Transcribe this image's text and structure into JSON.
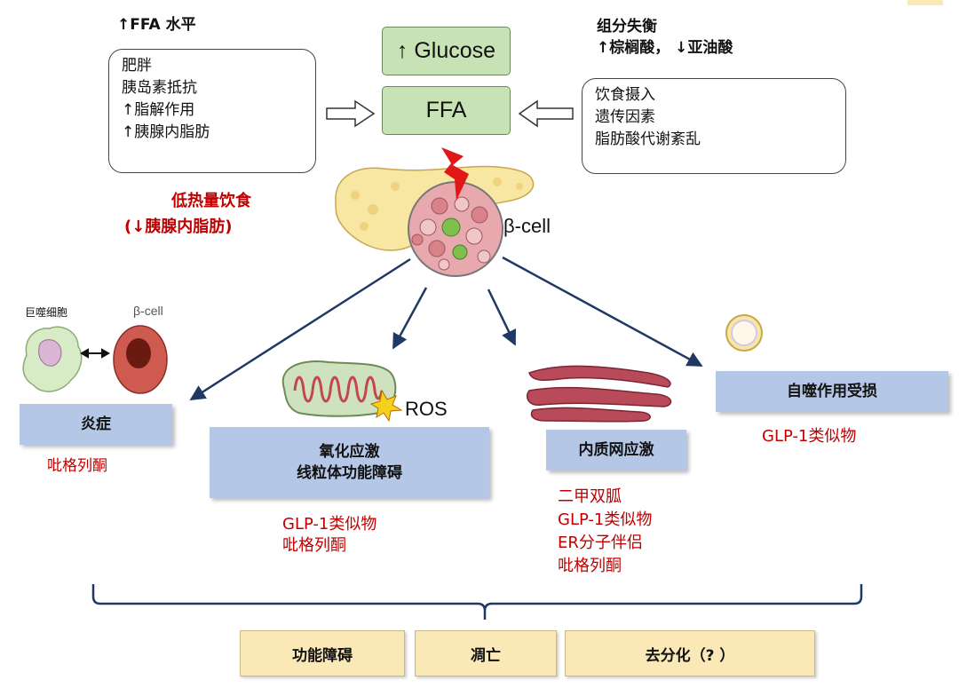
{
  "top_left": {
    "header": "↑FFA 水平",
    "items": [
      "肥胖",
      "胰岛素抵抗",
      "↑脂解作用",
      "↑胰腺内脂肪"
    ]
  },
  "top_right": {
    "header_line1": "组分失衡",
    "header_line2": "↑棕榈酸，  ↓亚油酸",
    "items": [
      "饮食摄入",
      "遗传因素",
      "脂肪酸代谢紊乱"
    ]
  },
  "center": {
    "glucose": "↑ Glucose",
    "ffa": "FFA",
    "beta_cell": "β-cell"
  },
  "diet_intervention": {
    "line1": "低热量饮食",
    "line2": "(↓胰腺内脂肪)"
  },
  "inflammation": {
    "macrophage_label": "巨噬细胞",
    "beta_cell_label": "β-cell",
    "box": "炎症",
    "treatments": [
      "吡格列酮"
    ]
  },
  "oxidative": {
    "ros": "ROS",
    "box_line1": "氧化应激",
    "box_line2": "线粒体功能障碍",
    "treatments": [
      "GLP-1类似物",
      "吡格列酮"
    ]
  },
  "er_stress": {
    "box": "内质网应激",
    "treatments": [
      "二甲双胍",
      "GLP-1类似物",
      "ER分子伴侣",
      "吡格列酮"
    ]
  },
  "autophagy": {
    "box": "自噬作用受损",
    "treatments": [
      "GLP-1类似物"
    ]
  },
  "outcomes": [
    "功能障碍",
    "凋亡",
    "去分化（? ）"
  ],
  "colors": {
    "treatment_red": "#c00000",
    "green_box": "#c7e2b4",
    "blue_box": "#b4c7e7",
    "yellow_box": "#fbe8b7",
    "arrow_navy": "#1f3864"
  }
}
